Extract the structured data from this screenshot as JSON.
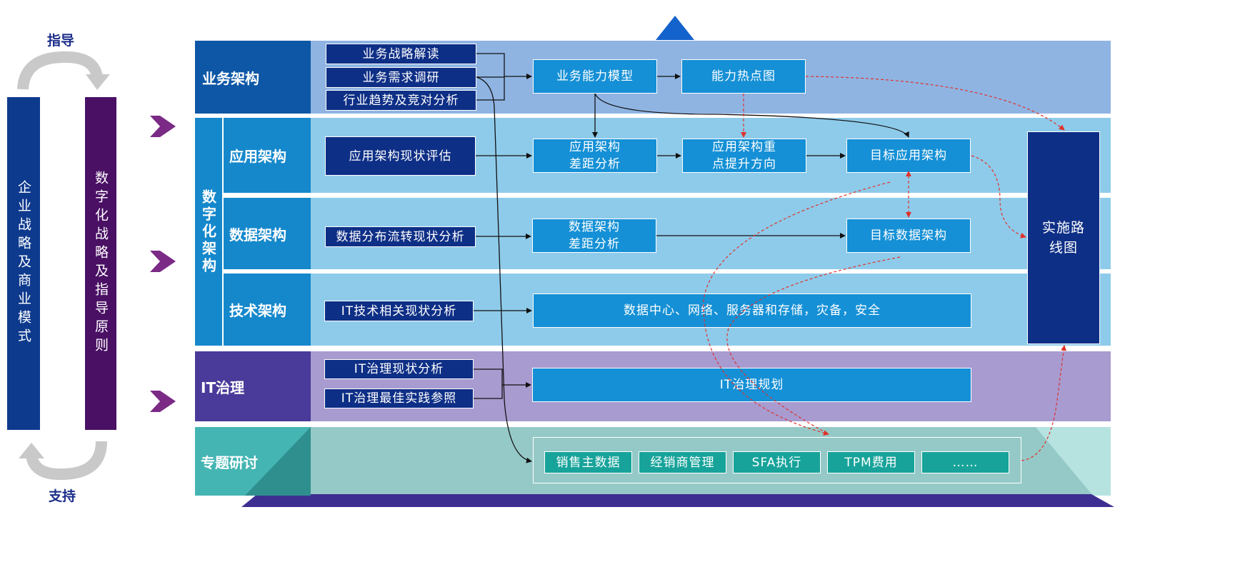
{
  "left": {
    "guide_label": "指导",
    "support_label": "支持",
    "enterprise_bar": "企业战略及商业模式",
    "digital_bar": "数字化战略及指导原则"
  },
  "rows": {
    "business": "业务架构",
    "digital_vertical": "数字化架构",
    "application": "应用架构",
    "data": "数据架构",
    "technology": "技术架构",
    "it_governance": "IT治理",
    "special_topics": "专题研讨"
  },
  "boxes": {
    "biz_strategy": "业务战略解读",
    "biz_needs": "业务需求调研",
    "industry_trend": "行业趋势及竞对分析",
    "capability_model": "业务能力模型",
    "capability_hotspot": "能力热点图",
    "app_current": "应用架构现状评估",
    "app_gap": "应用架构\n差距分析",
    "app_focus": "应用架构重\n点提升方向",
    "target_app": "目标应用架构",
    "data_current": "数据分布流转现状分析",
    "data_gap": "数据架构\n差距分析",
    "target_data": "目标数据架构",
    "tech_current": "IT技术相关现状分析",
    "tech_infra": "数据中心、网络、服务器和存储，灾备，安全",
    "itg_current": "IT治理现状分析",
    "itg_best": "IT治理最佳实践参照",
    "itg_plan": "IT治理规划",
    "roadmap": "实施路\n线图"
  },
  "topics": [
    "销售主数据",
    "经销商管理",
    "SFA执行",
    "TPM费用",
    "……"
  ],
  "colors": {
    "business_band": "#8fb4e2",
    "business_label": "#0d57a6",
    "digital_band": "#8ecbea",
    "digital_label": "#1588cc",
    "governance_band": "#a89bd0",
    "governance_label": "#4a3a9a",
    "topics_band": "#95c9c7",
    "topics_label": "#44b5b3",
    "purple_arrow": "#7b2a86",
    "red_dashed": "#e0312b"
  }
}
